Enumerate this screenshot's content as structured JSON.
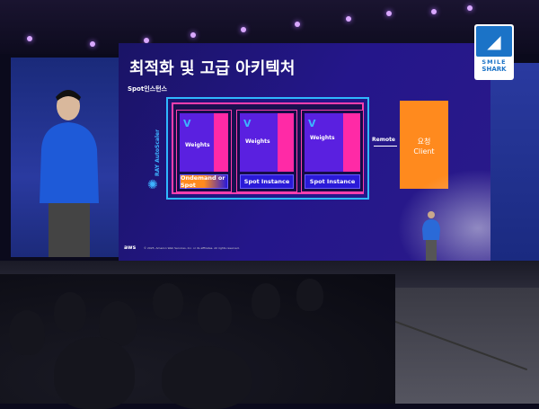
{
  "slide": {
    "title": "최적화 및 고급 아키텍처",
    "subtitle": "Spot인스턴스",
    "cards": [
      {
        "weights": "Weights",
        "label": "Ondemand or Spot"
      },
      {
        "weights": "Weights",
        "label": "Spot Instance"
      },
      {
        "weights": "Weights",
        "label": "Spot Instance"
      }
    ],
    "autoscaler": "RAY AutoScaler",
    "remote": "Remote",
    "client_ko": "요청",
    "client_en": "Client",
    "aws": "aws",
    "copyright": "© 2025, Amazon Web Services, Inc. or its affiliates. All rights reserved."
  },
  "watermark": {
    "line1": "SMILE",
    "line2": "SHARK"
  },
  "colors": {
    "slide_bg": "#24168a",
    "accent_pink": "#ff2aa6",
    "accent_cyan": "#2fb8ff",
    "client_orange": "#ff8a1e",
    "brand_blue": "#1b73c7"
  }
}
